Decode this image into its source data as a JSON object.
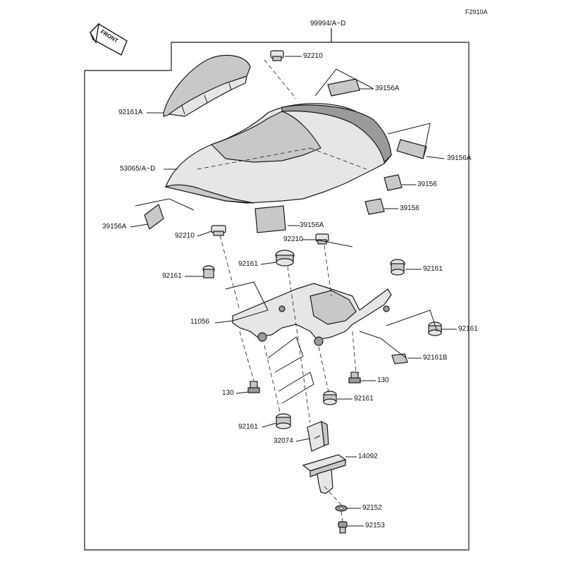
{
  "figure_code": "F2910A",
  "front_marker": "FRONT",
  "labels": {
    "assy_top": "99994/A~D",
    "l92210_top": "92210",
    "l39156A_a": "39156A",
    "l92161A": "92161A",
    "l39156A_b": "39156A",
    "l53065": "53065/A~D",
    "l39156_a": "39156",
    "l39156_b": "39156",
    "l39156A_c": "39156A",
    "l39156A_d": "39156A",
    "l92210_left": "92210",
    "l92210_right": "92210",
    "l92161_a": "92161",
    "l92161_b": "92161",
    "l92161_c": "92161",
    "l11056": "11056",
    "l92161_d": "92161",
    "l92161B": "92161B",
    "l130_left": "130",
    "l130_right": "130",
    "l92161_e": "92161",
    "l92161_f": "92161",
    "l32074": "32074",
    "l14092": "14092",
    "l92152": "92152",
    "l92153": "92153"
  }
}
